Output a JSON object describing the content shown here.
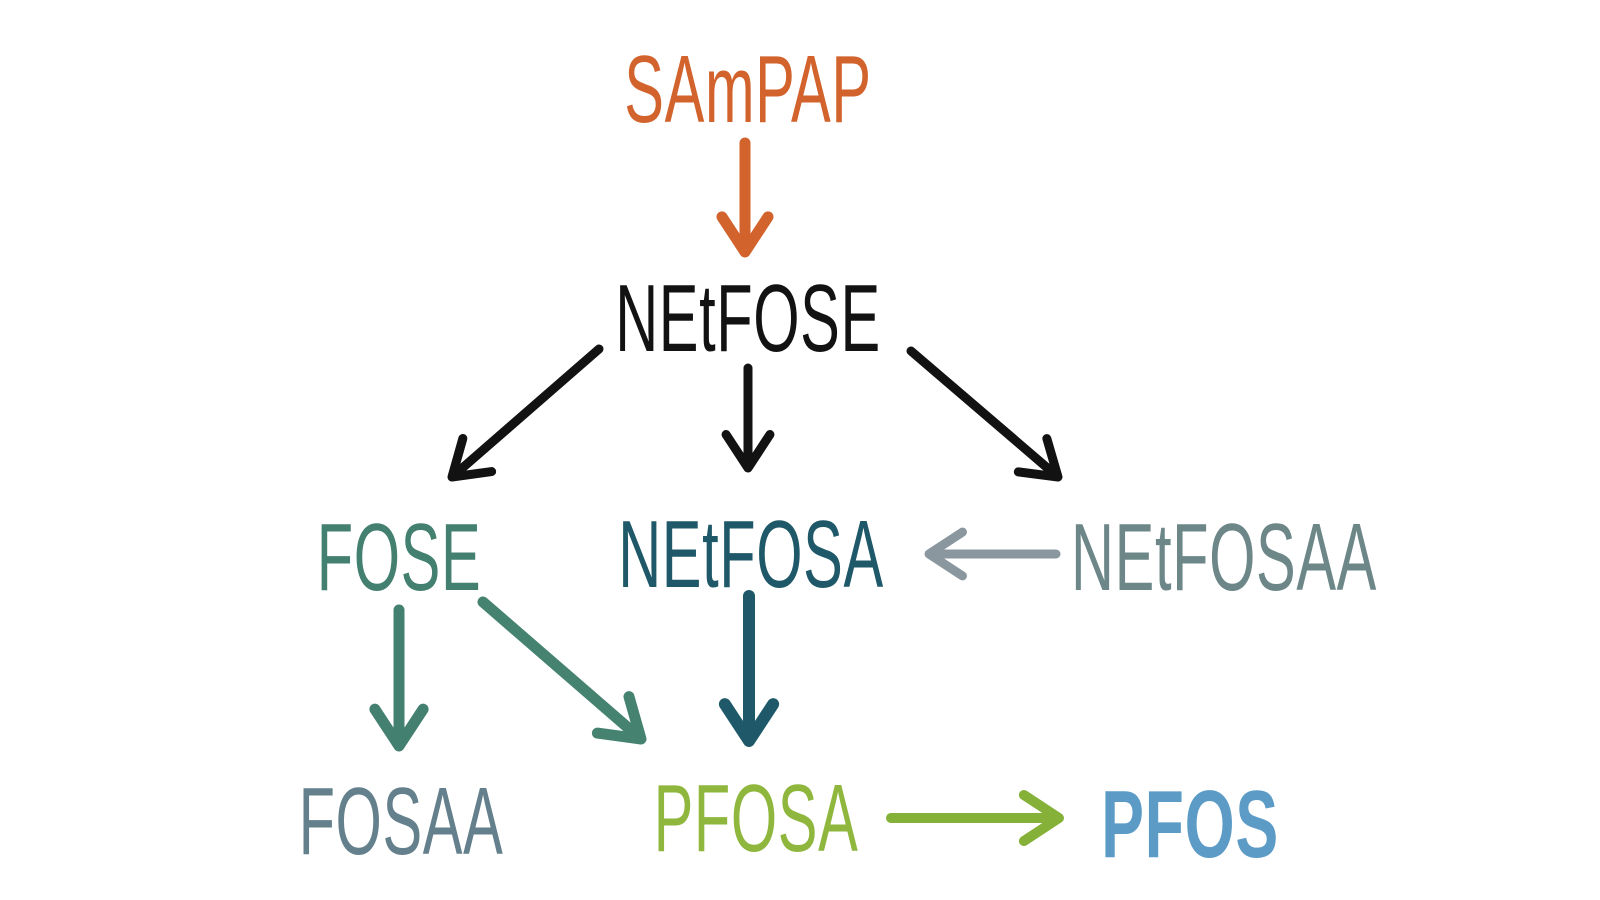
{
  "diagram": {
    "background_color": "#ffffff",
    "nodes": {
      "sampap": {
        "label": "SAmPAP",
        "color": "#d2632d"
      },
      "netfose": {
        "label": "NEtFOSE",
        "color": "#121212"
      },
      "fose": {
        "label": "FOSE",
        "color": "#44806f"
      },
      "netfosa": {
        "label": "NEtFOSA",
        "color": "#1f5868"
      },
      "netfosaa": {
        "label": "NEtFOSAA",
        "color": "#6d8789"
      },
      "fosaa": {
        "label": "FOSAA",
        "color": "#64808c"
      },
      "pfosa": {
        "label": "PFOSA",
        "color": "#8fb73e"
      },
      "pfos": {
        "label": "PFOS",
        "color": "#5b9bc6"
      }
    },
    "edges": [
      {
        "from": "SAmPAP",
        "to": "NEtFOSE",
        "color": "#d2632d"
      },
      {
        "from": "NEtFOSE",
        "to": "FOSE",
        "color": "#121212"
      },
      {
        "from": "NEtFOSE",
        "to": "NEtFOSA",
        "color": "#121212"
      },
      {
        "from": "NEtFOSE",
        "to": "NEtFOSAA",
        "color": "#121212"
      },
      {
        "from": "NEtFOSAA",
        "to": "NEtFOSA",
        "color": "#8a979e"
      },
      {
        "from": "FOSE",
        "to": "FOSAA",
        "color": "#44806f"
      },
      {
        "from": "FOSE",
        "to": "PFOSA",
        "color": "#45826f"
      },
      {
        "from": "NEtFOSA",
        "to": "PFOSA",
        "color": "#1f5868"
      },
      {
        "from": "PFOSA",
        "to": "PFOS",
        "color": "#85b138"
      }
    ]
  }
}
